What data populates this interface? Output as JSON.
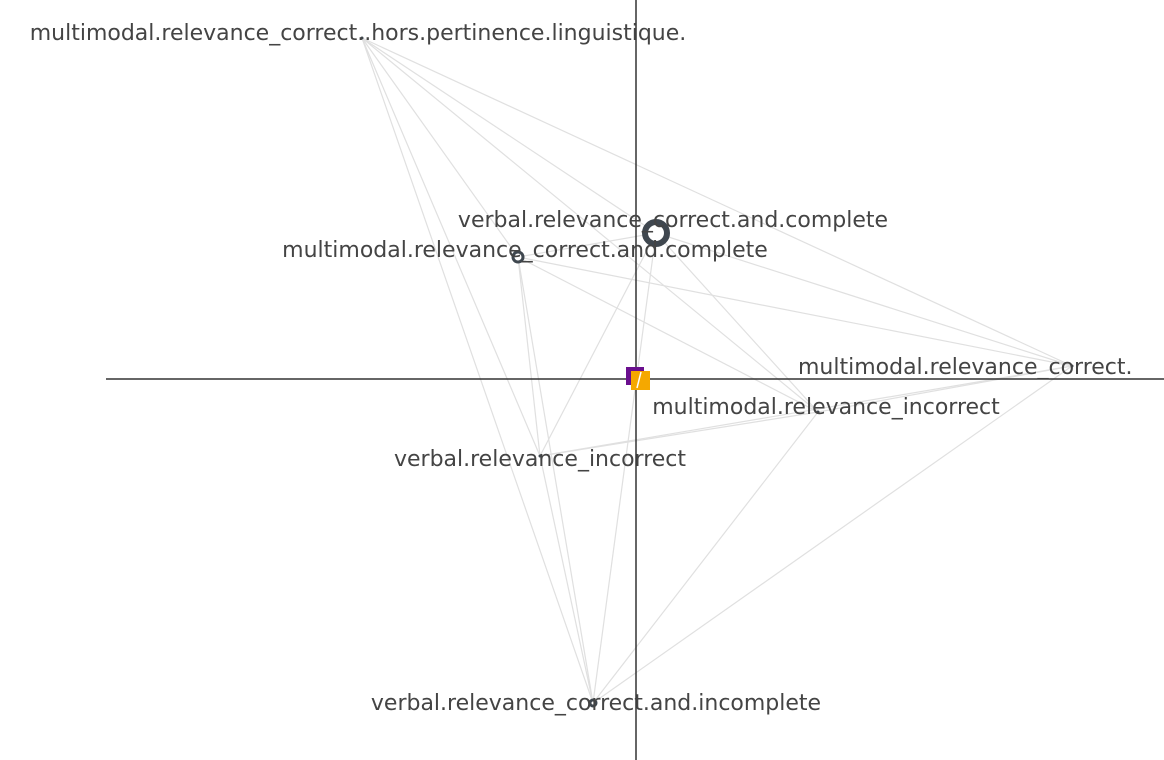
{
  "colors": {
    "background": "#ffffff",
    "axis": "#333333",
    "edge": "#e0e0e0",
    "node": "#3f474f",
    "marker_purple": "#6a0f8e",
    "marker_orange": "#f5a800",
    "label": "#444444"
  },
  "nodes": [
    {
      "id": "mm_hors",
      "label": "multimodal.relevance_correct..hors.pertinence.linguistique."
    },
    {
      "id": "verbal_cc",
      "label": "verbal.relevance_correct.and.complete"
    },
    {
      "id": "mm_cc",
      "label": "multimodal.relevance_correct.and.complete"
    },
    {
      "id": "mm_ci",
      "label": "multimodal.relevance_correct."
    },
    {
      "id": "mm_inc",
      "label": "multimodal.relevance_incorrect"
    },
    {
      "id": "verbal_inc",
      "label": "verbal.relevance_incorrect"
    },
    {
      "id": "verbal_ci",
      "label": "verbal.relevance_correct.and.incomplete"
    }
  ],
  "edges": [
    [
      "mm_hors",
      "verbal_cc"
    ],
    [
      "mm_hors",
      "mm_cc"
    ],
    [
      "mm_hors",
      "mm_ci"
    ],
    [
      "mm_hors",
      "mm_inc"
    ],
    [
      "mm_hors",
      "verbal_inc"
    ],
    [
      "mm_hors",
      "verbal_ci"
    ],
    [
      "verbal_cc",
      "mm_cc"
    ],
    [
      "verbal_cc",
      "mm_ci"
    ],
    [
      "verbal_cc",
      "mm_inc"
    ],
    [
      "verbal_cc",
      "verbal_inc"
    ],
    [
      "verbal_cc",
      "verbal_ci"
    ],
    [
      "mm_cc",
      "mm_ci"
    ],
    [
      "mm_cc",
      "mm_inc"
    ],
    [
      "mm_cc",
      "verbal_inc"
    ],
    [
      "mm_cc",
      "verbal_ci"
    ],
    [
      "mm_ci",
      "mm_inc"
    ],
    [
      "mm_ci",
      "verbal_inc"
    ],
    [
      "mm_ci",
      "verbal_ci"
    ],
    [
      "mm_inc",
      "verbal_inc"
    ],
    [
      "mm_inc",
      "verbal_ci"
    ],
    [
      "verbal_inc",
      "verbal_ci"
    ]
  ]
}
